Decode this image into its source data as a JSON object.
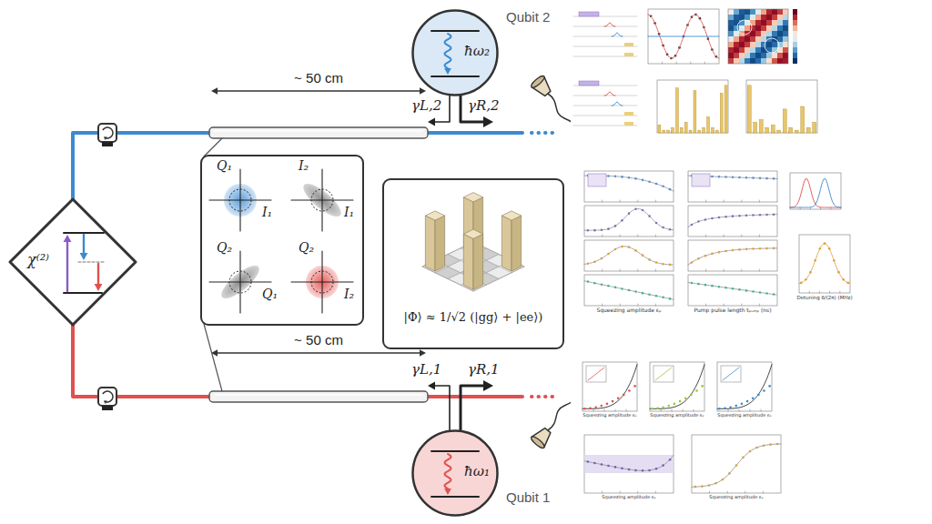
{
  "diagram": {
    "nodes": [
      {
        "text": [
          "Qubit 2",
          "ħω₂"
        ]
      },
      {
        "text": [
          "χ⁽²⁾"
        ]
      },
      {
        "text": [
          "Q₁",
          "I₁",
          "I₂",
          "I₁",
          "Q₂",
          "Q₁",
          "Q₂",
          "I₂"
        ]
      },
      {
        "text": [
          "|Φ⟩ ≈ 1/√2 (|gg⟩ + |ee⟩)"
        ]
      },
      {
        "text": [
          "Qubit 1",
          "ħω₁"
        ]
      }
    ],
    "labels": [
      "~ 50 cm",
      "γL,2",
      "γR,2",
      "~ 50 cm",
      "γL,1",
      "γR,1",
      "Squeezing amplitude εₚ",
      "Pump pulse length tₚᵤₘₚ (ns)",
      "Detuning δ/(2π) (MHz)",
      "Squeezing amplitude εₚ",
      "Squeezing amplitude εₚ",
      "Squeezing amplitude εₚ",
      "Squeezing amplitude εₚ",
      "Squeezing amplitude εₚ"
    ]
  }
}
